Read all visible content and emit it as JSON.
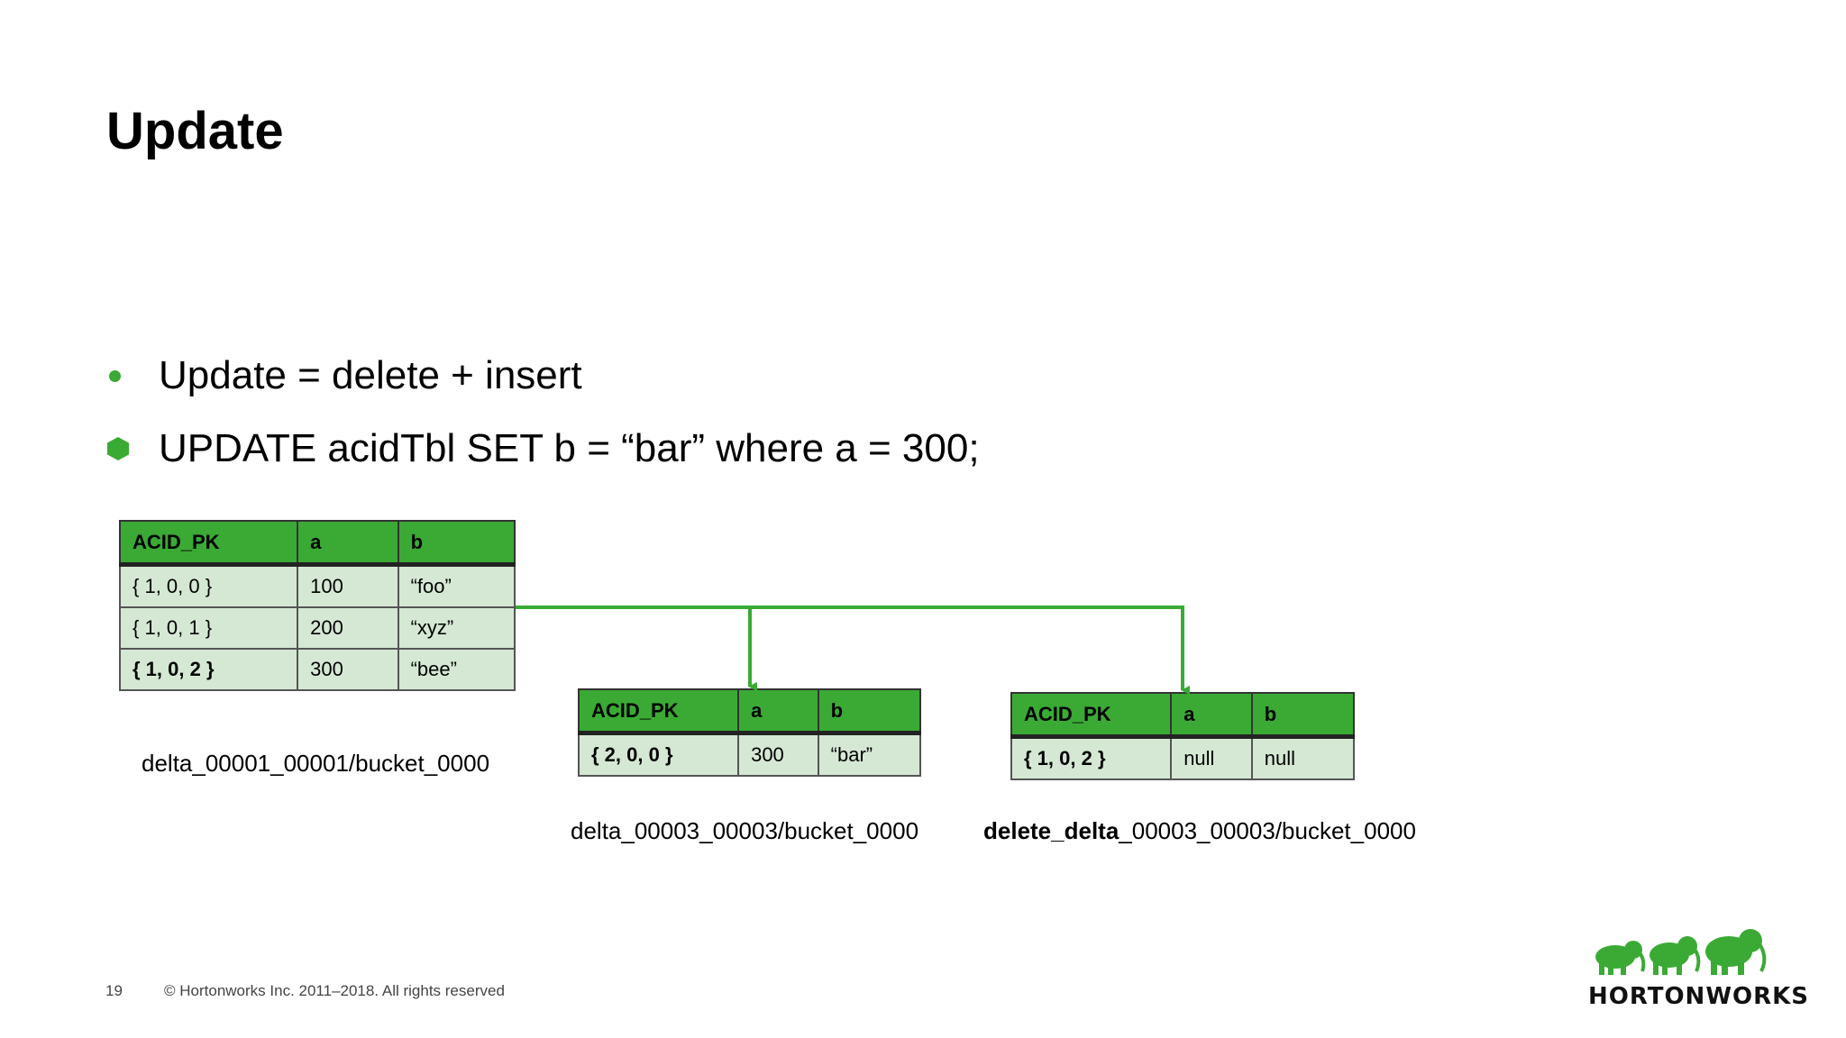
{
  "slide": {
    "title": "Update",
    "bullets": [
      "Update = delete + insert",
      "UPDATE acidTbl SET b = “bar” where a = 300;"
    ]
  },
  "tables": [
    {
      "caption": "delta_00001_00001/bucket_0000",
      "headers": [
        "ACID_PK",
        "a",
        "b"
      ],
      "rows": [
        [
          "{ 1, 0, 0 }",
          "100",
          "“foo”"
        ],
        [
          "{ 1, 0, 1 }",
          "200",
          "“xyz”"
        ],
        [
          "{ 1, 0, 2 }",
          "300",
          "“bee”"
        ]
      ]
    },
    {
      "caption": "delta_00003_00003/bucket_0000",
      "headers": [
        "ACID_PK",
        "a",
        "b"
      ],
      "rows": [
        [
          "{ 2, 0, 0 }",
          "300",
          "“bar”"
        ]
      ]
    },
    {
      "caption_bold": "delete_delta",
      "caption_rest": "_00003_00003/bucket_0000",
      "headers": [
        "ACID_PK",
        "a",
        "b"
      ],
      "rows": [
        [
          "{ 1, 0, 2 }",
          "null",
          "null"
        ]
      ]
    }
  ],
  "footer": {
    "page_number": "19",
    "copyright": "© Hortonworks Inc. 2011–2018. All rights reserved",
    "logo_text": "HORTONWORKS"
  },
  "colors": {
    "accent": "#3aaa35",
    "cell_bg": "#d5e8d4"
  }
}
